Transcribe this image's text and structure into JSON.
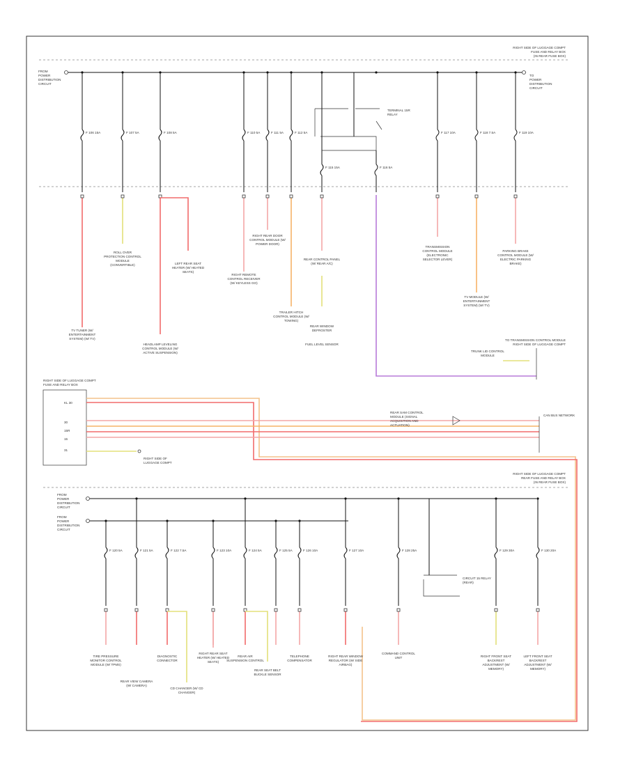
{
  "diagram": {
    "page_ref": "",
    "colors": {
      "red": "#f26b6b",
      "pink": "#f4a6a6",
      "orange": "#f6b267",
      "yellow": "#e3e07a",
      "purple": "#b77ad9",
      "light_orange": "#f3c28a"
    },
    "top_section": {
      "box_title": [
        "RIGHT SIDE OF LUGGAGE COMPT",
        "FUSE AND RELAY BOX",
        "(IN REAR FUSE BOX)"
      ],
      "left_feed": [
        "FROM",
        "POWER",
        "DISTRIBUTION",
        "CIRCUIT"
      ],
      "right_feed": [
        "TO",
        "POWER",
        "DISTRIBUTION",
        "CIRCUIT"
      ],
      "relay_label": [
        "TERMINAL 15R",
        "RELAY"
      ],
      "fuses": [
        "F 106 15A",
        "F 107 5A",
        "F 108 5A",
        "F 110 5A",
        "F 111 5A",
        "F 112 5A",
        "F 115 15A",
        "F 116 5A",
        "F 117 10A",
        "F 118 7.5A",
        "F 119 10A"
      ],
      "components": [
        "TV TUNER (W/ ENTERTAINMENT SYSTEM) (W/ TV)",
        "ROLL OVER PROTECTION CONTROL MODULE (CONVERTIBLE)",
        "HEADLAMP LEVELING CONTROL MODULE (W/ ACTIVE SUSPENSION)",
        "LEFT REAR SEAT HEATER (W/ HEATED SEATS)",
        "RIGHT REAR DOOR CONTROL MODULE (W/ POWER DOOR)",
        "TRAILER HITCH CONTROL MODULE (W/ TOWING)",
        "REAR CONTROL PANEL (W/ REAR A/C)",
        "RIGHT REMOTE CONTROL RECEIVER (W/ KEYLESS GO)",
        "REAR WINDOW DEFROSTER",
        "FUEL LEVEL SENSOR",
        "TRANSMISSION CONTROL MODULE (ELECTRONIC SELECTOR LEVER)",
        "TV MODULE (W/ ENTERTAINMENT SYSTEM) (W/ TV)",
        "PARKING BRAKE CONTROL MODULE (W/ ELECTRIC PARKING BRAKE)",
        "TRUNK LID CONTROL MODULE"
      ],
      "ground_ref": [
        "TO TRANSMISSION CONTROL MODULE",
        "RIGHT SIDE OF LUGGAGE COMPT"
      ]
    },
    "middle_section": {
      "block_title": [
        "RIGHT SIDE OF LUGGAGE COMPT",
        "FUSE AND RELAY BOX"
      ],
      "pins": [
        "KL 30",
        "30",
        "15R",
        "15",
        "31"
      ],
      "ground": [
        "RIGHT SIDE OF",
        "LUGGAGE COMPT"
      ],
      "mid_label": [
        "REAR SAM CONTROL",
        "MODULE (SIGNAL",
        "ACQUISITION AND",
        "ACTUATION)"
      ],
      "right_ref": [
        "CAN BUS NETWORK"
      ]
    },
    "bottom_section": {
      "box_title": [
        "RIGHT SIDE OF LUGGAGE COMPT",
        "REAR FUSE AND RELAY BOX",
        "(IN REAR FUSE BOX)"
      ],
      "feeds": [
        [
          "FROM",
          "POWER",
          "DISTRIBUTION",
          "CIRCUIT"
        ],
        [
          "FROM",
          "POWER",
          "DISTRIBUTION",
          "CIRCUIT"
        ]
      ],
      "relay_label": [
        "CIRCUIT 15 RELAY",
        "(REAR)"
      ],
      "fuses": [
        "F 120 5A",
        "F 121 5A",
        "F 122 7.5A",
        "F 123 10A",
        "F 124 5A",
        "F 125 5A",
        "F 126 10A",
        "F 127 10A",
        "F 128 25A",
        "F 129 30A",
        "F 130 20A"
      ],
      "components": [
        "TIRE PRESSURE MONITOR CONTROL MODULE (W/ TPMS)",
        "REAR VIEW CAMERA (W/ CAMERA)",
        "DIAGNOSTIC CONNECTOR",
        "CD CHANGER (W/ CD CHANGER)",
        "RIGHT REAR SEAT HEATER (W/ HEATED SEATS)",
        "REAR AIR SUSPENSION CONTROL",
        "REAR SEAT BELT BUCKLE SENSOR",
        "TELEPHONE COMPENSATOR",
        "RIGHT REAR WINDOW REGULATOR (W/ SIDE AIRBAG)",
        "COMMAND CONTROL UNIT",
        "RIGHT FRONT SEAT BACKREST ADJUSTMENT (W/ MEMORY)",
        "LEFT FRONT SEAT BACKREST ADJUSTMENT (W/ MEMORY)"
      ]
    }
  }
}
